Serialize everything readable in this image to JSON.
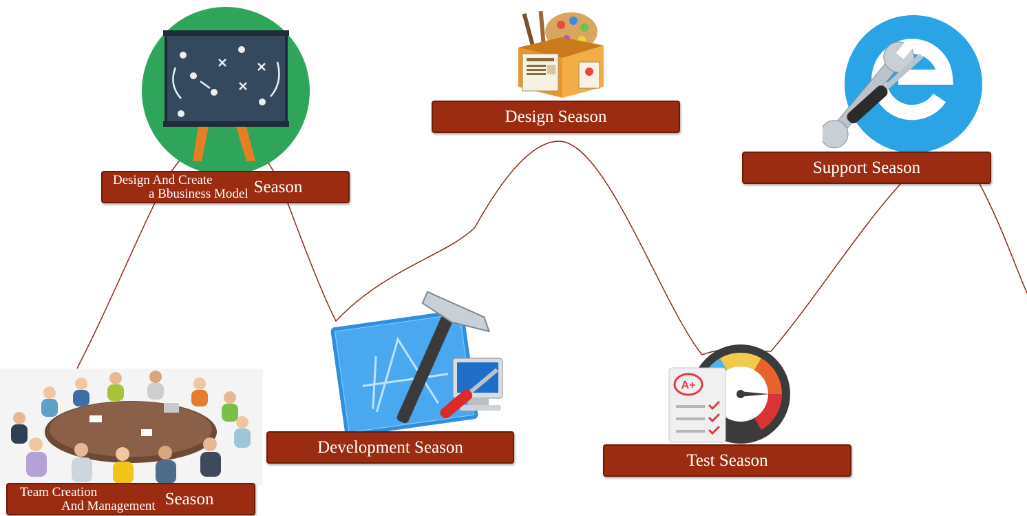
{
  "stages": {
    "team": {
      "line1": "Team Creation",
      "line2": "And Management",
      "suffix": "Season"
    },
    "business": {
      "line1": "Design And Create",
      "line2": "a Bbusiness Model",
      "suffix": "Season"
    },
    "development": {
      "label": "Development Season"
    },
    "design": {
      "label": "Design Season"
    },
    "test": {
      "label": "Test Season",
      "badge": "A+"
    },
    "support": {
      "label": "Support Season"
    }
  },
  "colors": {
    "label_fill": "#9b2c11",
    "label_text": "#ffffff",
    "wave_line": "#8b2a14"
  },
  "icons": {
    "team": "team-meeting-illustration",
    "business": "strategy-board-icon",
    "development": "xcode-hammer-icon",
    "design": "design-box-icon",
    "test": "test-gauge-icon",
    "support": "support-tools-icon"
  }
}
